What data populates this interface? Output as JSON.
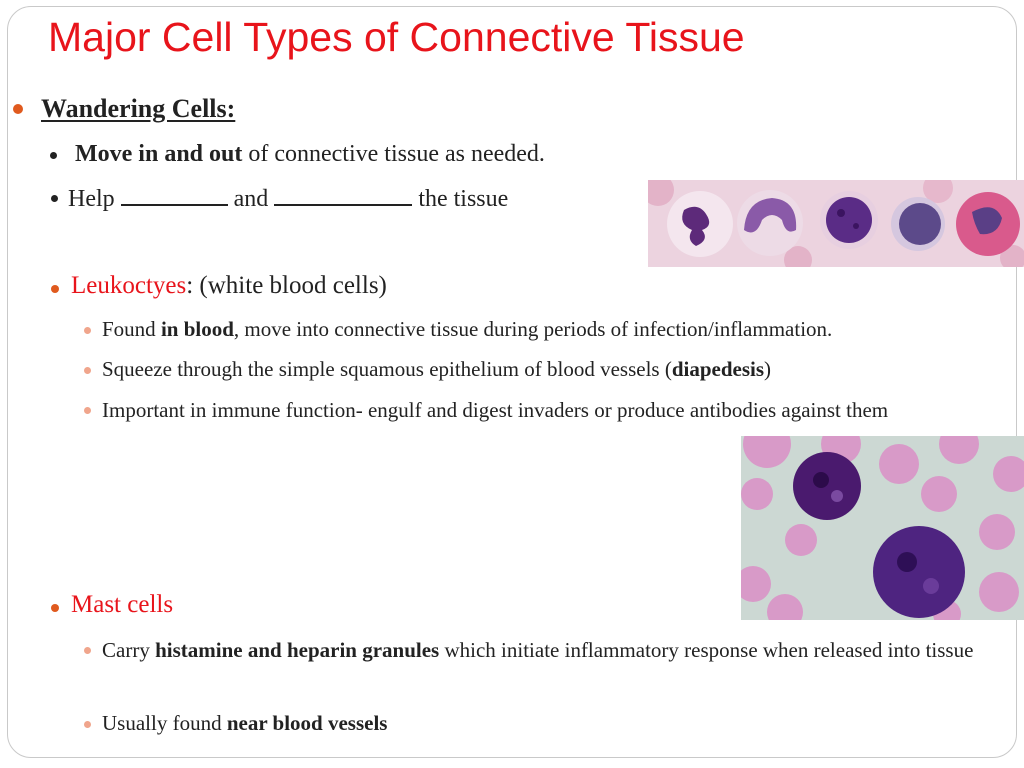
{
  "slide": {
    "title": "Major Cell Types of Connective Tissue",
    "wandering": {
      "heading": "Wandering Cells:",
      "b1_bold": "Move in and out",
      "b1_rest": " of connective tissue as needed.",
      "b2_a": "Help ",
      "b2_b": " and ",
      "b2_c": " the tissue"
    },
    "leukocytes": {
      "label": "Leukoctyes",
      "rest": ": (white blood cells)",
      "s1_a": "Found ",
      "s1_bold": "in blood",
      "s1_b": ", move into connective tissue during periods of infection/inflammation.",
      "s2_a": "Squeeze through the simple squamous epithelium of blood vessels (",
      "s2_bold": "diapedesis",
      "s2_b": ")",
      "s3": "Important in immune function- engulf and digest invaders or produce antibodies against them"
    },
    "mast": {
      "label": "Mast cells",
      "s1_a": "Carry ",
      "s1_bold": "histamine and heparin granules",
      "s1_b": " which initiate inflammatory response when released into tissue",
      "s2_a": "Usually found ",
      "s2_bold": "near blood vessels"
    }
  },
  "colors": {
    "title": "#e8141b",
    "bullet_level1": "#e05a1e",
    "bullet_level3": "#f0a58c",
    "text": "#222222"
  }
}
